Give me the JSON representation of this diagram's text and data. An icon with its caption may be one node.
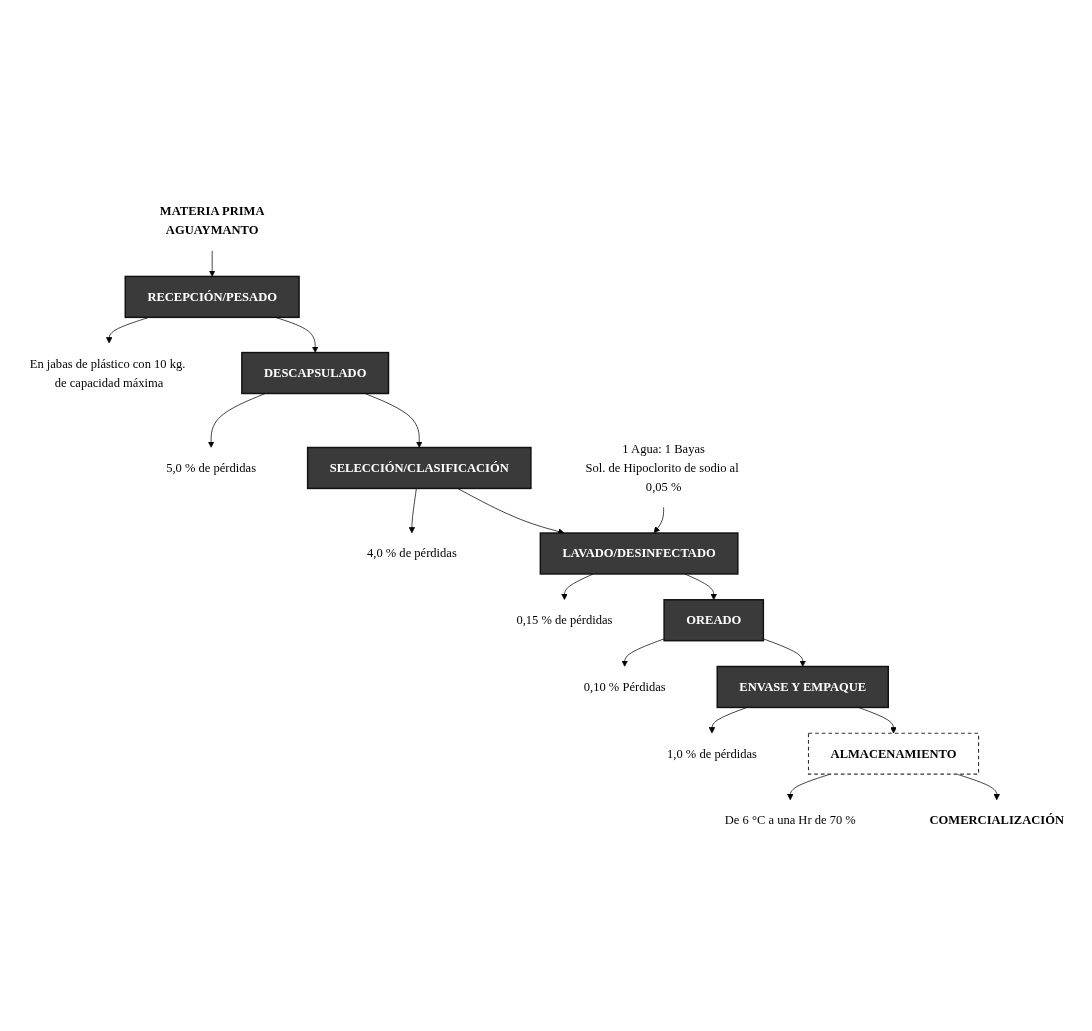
{
  "diagram": {
    "nodes": [
      {
        "text": [
          "MATERIA PRIMA",
          "AGUAYMANTO"
        ]
      },
      {
        "text": [
          "RECEPCIÓN/PESADO"
        ]
      },
      {
        "text": [
          "En jabas de plástico con 10 kg. de capacidad máxima"
        ]
      },
      {
        "text": [
          "DESCAPSULADO"
        ]
      },
      {
        "text": [
          "5,0 % de pérdidas"
        ]
      },
      {
        "text": [
          "SELECCIÓN/CLASIFICACIÓN"
        ]
      },
      {
        "text": [
          "4,0 % de pérdidas"
        ]
      },
      {
        "text": [
          "1 Agua: 1 Bayas",
          "Sol. de Hipoclorito de sodio al 0,05 %"
        ]
      },
      {
        "text": [
          "LAVADO/DESINFECTADO"
        ]
      },
      {
        "text": [
          "0,15 % de pérdidas"
        ]
      },
      {
        "text": [
          "OREADO"
        ]
      },
      {
        "text": [
          "0,10 % Pérdidas"
        ]
      },
      {
        "text": [
          "ENVASE Y EMPAQUE"
        ]
      },
      {
        "text": [
          "1,0 % de pérdidas"
        ]
      },
      {
        "text": [
          "ALMACENAMIENTO"
        ]
      },
      {
        "text": [
          "De 6 °C a una Hr de 70 %"
        ]
      },
      {
        "text": [
          "COMERCIALIZACIÓN"
        ]
      }
    ],
    "edges": [
      {
        "from": 0,
        "to": 1,
        "arrow": "to"
      },
      {
        "from": 1,
        "to": 2,
        "arrow": "to"
      },
      {
        "from": 1,
        "to": 3,
        "arrow": "to"
      },
      {
        "from": 3,
        "to": 4,
        "arrow": "to"
      },
      {
        "from": 3,
        "to": 5,
        "arrow": "to"
      },
      {
        "from": 5,
        "to": 6,
        "arrow": "to"
      },
      {
        "from": 5,
        "to": 8,
        "arrow": "to"
      },
      {
        "from": 7,
        "to": 8,
        "arrow": "to"
      },
      {
        "from": 8,
        "to": 9,
        "arrow": "to"
      },
      {
        "from": 8,
        "to": 10,
        "arrow": "to"
      },
      {
        "from": 10,
        "to": 11,
        "arrow": "to"
      },
      {
        "from": 10,
        "to": 12,
        "arrow": "to"
      },
      {
        "from": 12,
        "to": 13,
        "arrow": "to"
      },
      {
        "from": 12,
        "to": 14,
        "arrow": "to"
      },
      {
        "from": 14,
        "to": 15,
        "arrow": "to"
      },
      {
        "from": 14,
        "to": 16,
        "arrow": "to"
      }
    ]
  }
}
